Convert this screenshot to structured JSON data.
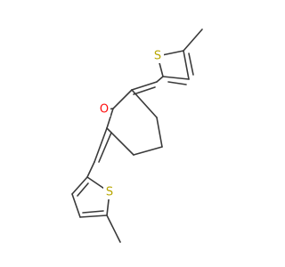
{
  "molecule": {
    "atoms": {
      "oxygen": {
        "label": "O",
        "color": "#ff0d0d"
      },
      "sulfur_top": {
        "label": "S",
        "color": "#b8a600"
      },
      "sulfur_bottom": {
        "label": "S",
        "color": "#b8a600"
      }
    },
    "bond_color": "#3a3a3a"
  }
}
